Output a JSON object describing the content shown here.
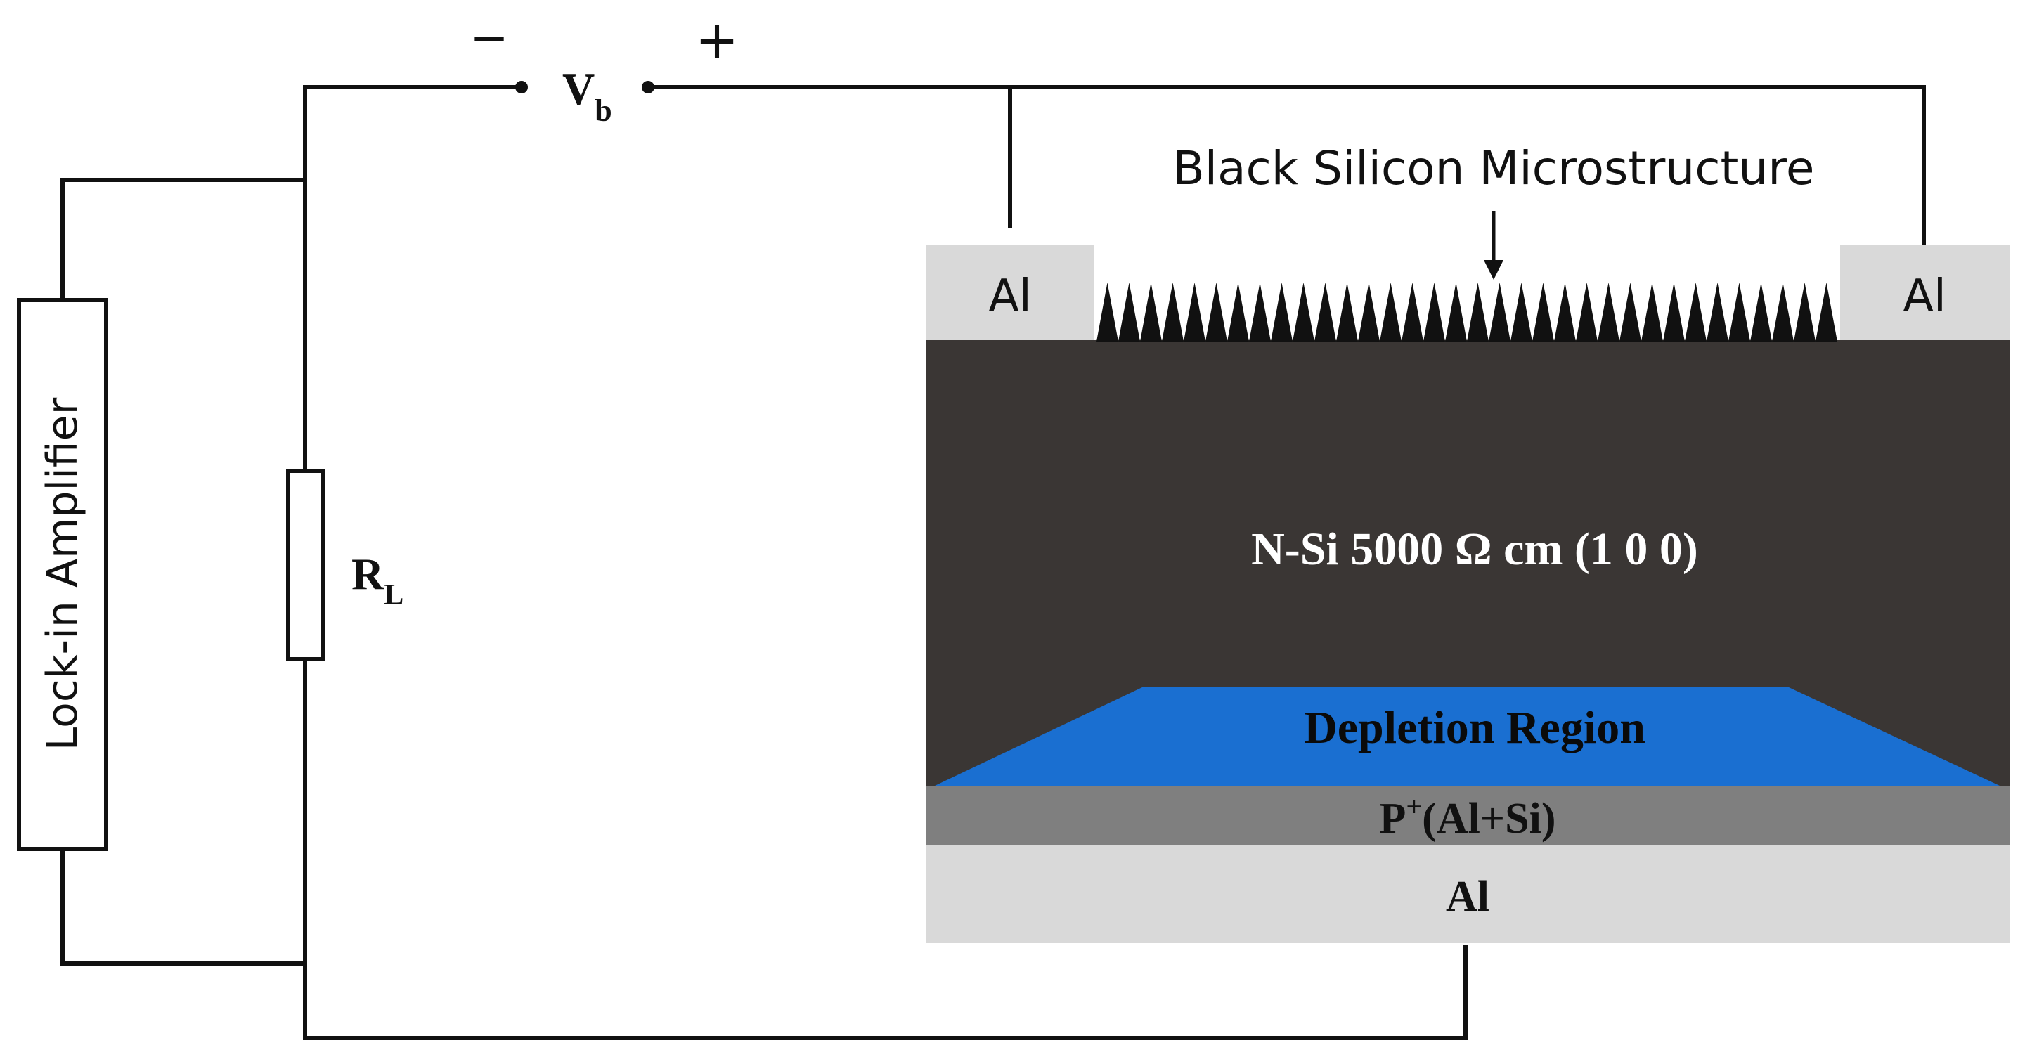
{
  "circuit": {
    "minus_sign": "−",
    "plus_sign": "+",
    "bias_symbol": "V",
    "bias_subscript": "b",
    "resistor_symbol": "R",
    "resistor_subscript": "L",
    "amplifier_label": "Lock-in Amplifier"
  },
  "device": {
    "microstructure_label": "Black Silicon Microstructure",
    "top_contact_left": "Al",
    "top_contact_right": "Al",
    "substrate_label": "N-Si 5000 Ω cm (1 0 0)",
    "depletion_label": "Depletion Region",
    "p_layer_base": "P",
    "p_layer_sup": "+",
    "p_layer_rest": "(Al+Si)",
    "back_contact": "Al"
  },
  "colors": {
    "substrate": "#3a3634",
    "depletion": "#1a6fd1",
    "p_layer": "#7f7f7f",
    "aluminum": "#d9d9d9",
    "wire": "#111111"
  }
}
